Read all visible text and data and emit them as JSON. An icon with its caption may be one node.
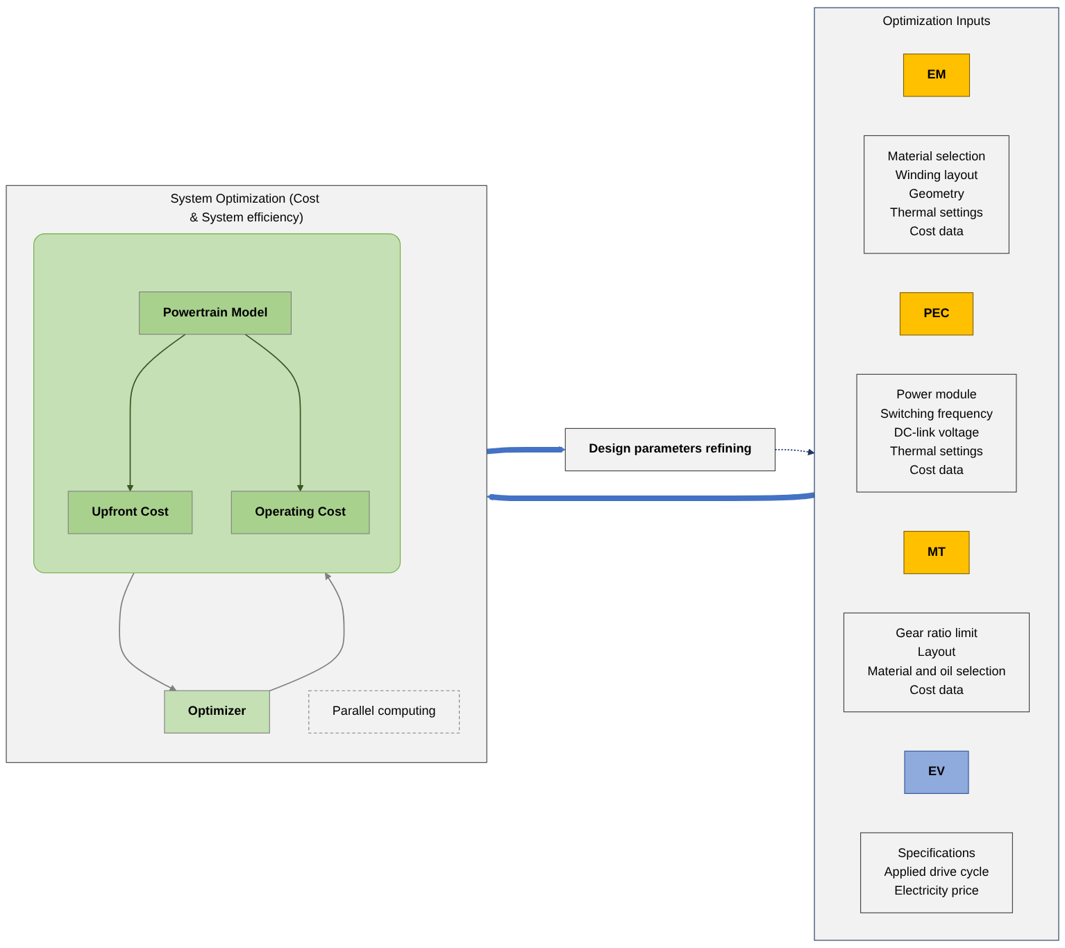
{
  "diagram": {
    "nodes": [
      {
        "text": [
          "Optimization Inputs"
        ]
      },
      {
        "text": [
          "EM"
        ],
        "in": 0
      },
      {
        "text": [
          "Material selection",
          "Winding layout",
          "Geometry",
          "Thermal settings",
          "Cost data"
        ],
        "in": 0
      },
      {
        "text": [
          "PEC"
        ],
        "in": 0
      },
      {
        "text": [
          "Power module",
          "Switching frequency",
          "DC-link voltage",
          "Thermal settings",
          "Cost data"
        ],
        "in": 0
      },
      {
        "text": [
          "MT"
        ],
        "in": 0
      },
      {
        "text": [
          "Gear ratio limit",
          "Layout",
          "Material and oil selection",
          "Cost data"
        ],
        "in": 0
      },
      {
        "text": [
          "EV"
        ],
        "in": 0
      },
      {
        "text": [
          "Specifications",
          "Applied drive cycle",
          "Electricity price"
        ],
        "in": 0
      },
      {
        "text": [
          "System Optimization (Cost & System efficiency)"
        ]
      },
      {
        "text": [
          "Optimizer"
        ],
        "in": 9
      },
      {
        "text": [
          "Parallel computing"
        ],
        "in": 9
      },
      {
        "text": [],
        "shape": "box",
        "in": 9
      },
      {
        "text": [
          "Powertrain Model"
        ],
        "in": 12
      },
      {
        "text": [
          "Upfront Cost"
        ],
        "in": 12
      },
      {
        "text": [
          "Operating Cost"
        ],
        "in": 12
      },
      {
        "text": [
          "Design parameters refining"
        ]
      }
    ],
    "edges": [
      {
        "from": 0,
        "to": 9,
        "arrow": "to",
        "style": "thick",
        "color": "#4472c4"
      },
      {
        "from": 10,
        "to": 12,
        "arrow": "to",
        "color": "#808080"
      },
      {
        "from": 12,
        "to": 10,
        "arrow": "to",
        "color": "#808080"
      },
      {
        "from": 13,
        "to": 14,
        "arrow": "to",
        "color": "#385723"
      },
      {
        "from": 13,
        "to": 15,
        "arrow": "to",
        "color": "#385723"
      },
      {
        "from": 9,
        "to": 16,
        "arrow": "to",
        "style": "thick",
        "color": "#4472c4"
      },
      {
        "from": 16,
        "to": 0,
        "arrow": "to",
        "style": "dashed",
        "color": "#1f3864"
      }
    ]
  }
}
